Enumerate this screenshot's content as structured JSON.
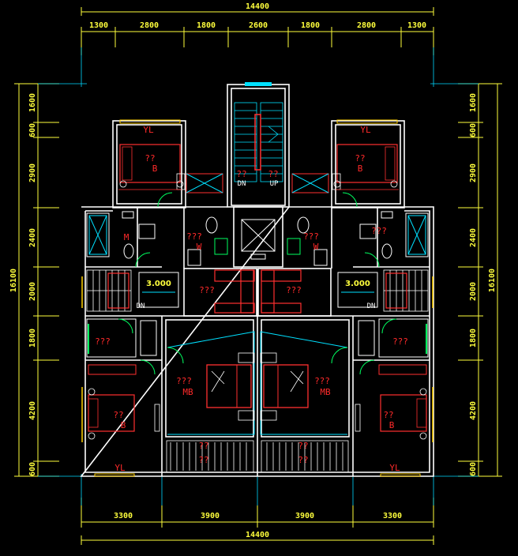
{
  "dimensions": {
    "overall_top": "14400",
    "overall_bottom": "14400",
    "top_segments": [
      "1300",
      "2800",
      "1800",
      "2600",
      "1800",
      "2800",
      "1300"
    ],
    "bottom_segments": [
      "3300",
      "3900",
      "3900",
      "3300"
    ],
    "left_total": "16100",
    "right_total": "16100",
    "left_segments": [
      "1600",
      "600",
      "2900",
      "2400",
      "2000",
      "1800",
      "4200",
      "600"
    ],
    "right_segments": [
      "1600",
      "600",
      "2900",
      "2400",
      "2000",
      "1800",
      "4200",
      "600"
    ]
  },
  "labels": {
    "unknown_short": "??",
    "unknown_long": "???",
    "bedroom_code": "B",
    "master_bedroom_code": "MB",
    "stair_down": "DN",
    "stair_up": "UP",
    "elevation": "3.000",
    "balcony_mark": "YL",
    "wc_mark": "W",
    "toilet_mark": "M"
  },
  "colors": {
    "wall": "#ffffff",
    "dimension": "#ffff3c",
    "furniture": "#ff3030",
    "fixture": "#00e0ff",
    "accent": "#00ff60",
    "glazing": "#ffd000"
  }
}
